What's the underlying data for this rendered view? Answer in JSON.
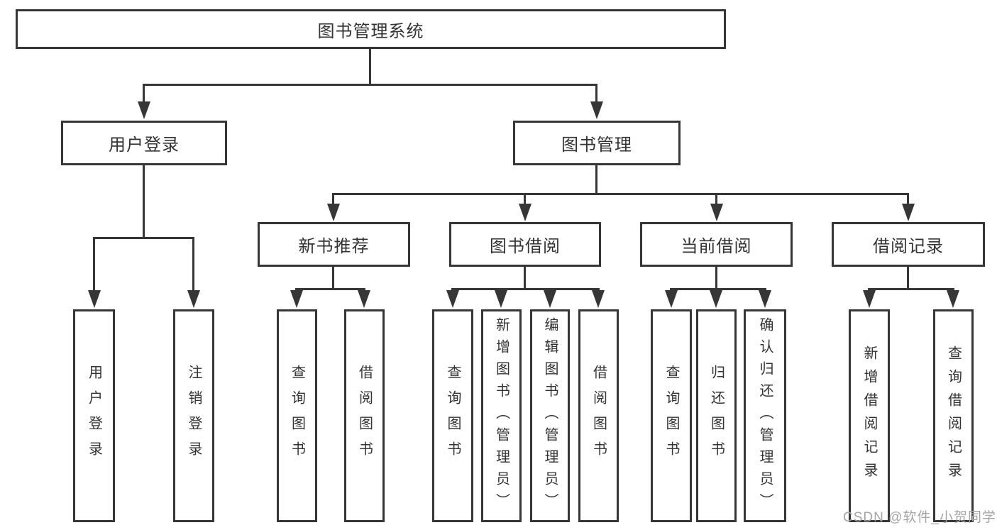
{
  "diagram": {
    "title_box": "图书管理系统",
    "level2": [
      {
        "label": "用户登录"
      },
      {
        "label": "图书管理"
      }
    ],
    "level3": [
      {
        "label": "新书推荐",
        "parent": "图书管理"
      },
      {
        "label": "图书借阅",
        "parent": "图书管理"
      },
      {
        "label": "当前借阅",
        "parent": "图书管理"
      },
      {
        "label": "借阅记录",
        "parent": "图书管理"
      }
    ],
    "leaves": [
      {
        "label": "用户登录",
        "parent": "用户登录"
      },
      {
        "label": "注销登录",
        "parent": "用户登录"
      },
      {
        "label": "查询图书",
        "parent": "新书推荐"
      },
      {
        "label": "借阅图书",
        "parent": "新书推荐"
      },
      {
        "label": "查询图书",
        "parent": "图书借阅"
      },
      {
        "label": "新增图书（管理员）",
        "parent": "图书借阅"
      },
      {
        "label": "编辑图书（管理员）",
        "parent": "图书借阅"
      },
      {
        "label": "借阅图书",
        "parent": "图书借阅"
      },
      {
        "label": "查询图书",
        "parent": "当前借阅"
      },
      {
        "label": "归还图书",
        "parent": "当前借阅"
      },
      {
        "label": "确认归还（管理员）",
        "parent": "当前借阅"
      },
      {
        "label": "新增借阅记录",
        "parent": "借阅记录"
      },
      {
        "label": "查询借阅记录",
        "parent": "借阅记录"
      }
    ]
  },
  "watermark": "CSDN @软件_小贺同学",
  "colors": {
    "line": "#363636",
    "text": "#333333",
    "watermark": "#a5a5a5",
    "background": "#ffffff"
  }
}
